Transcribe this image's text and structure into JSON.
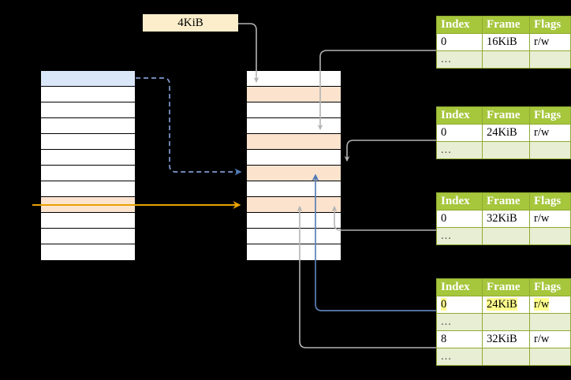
{
  "diagram": {
    "title": "",
    "size_label": "4KiB",
    "colors": {
      "table_header_bg": "#a6c63c",
      "table_ellipsis_bg": "#e8eed4",
      "highlight_yellow": "#ffff8d",
      "cell_peach": "#fce3cd",
      "cell_blue": "#d9e7f9",
      "size_label_bg": "#fceecb",
      "arrow_blue": "#5b7fb4",
      "arrow_orange": "#e8a200",
      "arrow_gray": "#b3b3b3"
    },
    "left_column": {
      "name": "left-memory-column",
      "rows": [
        {
          "label": "",
          "fill": "blue"
        },
        {
          "label": "",
          "fill": "white"
        },
        {
          "label": "",
          "fill": "white"
        },
        {
          "label": "",
          "fill": "white"
        },
        {
          "label": "",
          "fill": "white"
        },
        {
          "label": "",
          "fill": "white"
        },
        {
          "label": "",
          "fill": "white"
        },
        {
          "label": "",
          "fill": "white"
        },
        {
          "label": "",
          "fill": "peach"
        },
        {
          "label": "",
          "fill": "white"
        },
        {
          "label": "",
          "fill": "white"
        },
        {
          "label": "",
          "fill": "white"
        }
      ]
    },
    "middle_column": {
      "name": "middle-memory-column",
      "rows": [
        {
          "label": "",
          "fill": "white"
        },
        {
          "label": "",
          "fill": "peach"
        },
        {
          "label": "",
          "fill": "white"
        },
        {
          "label": "",
          "fill": "white"
        },
        {
          "label": "",
          "fill": "peach"
        },
        {
          "label": "",
          "fill": "white"
        },
        {
          "label": "",
          "fill": "peach"
        },
        {
          "label": "",
          "fill": "white"
        },
        {
          "label": "",
          "fill": "peach"
        },
        {
          "label": "",
          "fill": "white"
        },
        {
          "label": "",
          "fill": "white"
        },
        {
          "label": "",
          "fill": "white"
        }
      ]
    },
    "tables": [
      {
        "name": "page-table-1",
        "headers": [
          "Index",
          "Frame",
          "Flags"
        ],
        "rows": [
          {
            "cells": [
              "0",
              "16KiB",
              "r/w"
            ],
            "ellipsis": false,
            "highlight": false
          },
          {
            "cells": [
              "...",
              "",
              ""
            ],
            "ellipsis": true,
            "highlight": false
          }
        ]
      },
      {
        "name": "page-table-2",
        "headers": [
          "Index",
          "Frame",
          "Flags"
        ],
        "rows": [
          {
            "cells": [
              "0",
              "24KiB",
              "r/w"
            ],
            "ellipsis": false,
            "highlight": false
          },
          {
            "cells": [
              "...",
              "",
              ""
            ],
            "ellipsis": true,
            "highlight": false
          }
        ]
      },
      {
        "name": "page-table-3",
        "headers": [
          "Index",
          "Frame",
          "Flags"
        ],
        "rows": [
          {
            "cells": [
              "0",
              "32KiB",
              "r/w"
            ],
            "ellipsis": false,
            "highlight": false
          },
          {
            "cells": [
              "...",
              "",
              ""
            ],
            "ellipsis": true,
            "highlight": false
          }
        ]
      },
      {
        "name": "page-table-4",
        "headers": [
          "Index",
          "Frame",
          "Flags"
        ],
        "rows": [
          {
            "cells": [
              "0",
              "24KiB",
              "r/w"
            ],
            "ellipsis": false,
            "highlight": true
          },
          {
            "cells": [
              "...",
              "",
              ""
            ],
            "ellipsis": true,
            "highlight": false
          },
          {
            "cells": [
              "8",
              "32KiB",
              "r/w"
            ],
            "ellipsis": false,
            "highlight": false
          },
          {
            "cells": [
              "...",
              "",
              ""
            ],
            "ellipsis": true,
            "highlight": false
          }
        ]
      }
    ]
  }
}
